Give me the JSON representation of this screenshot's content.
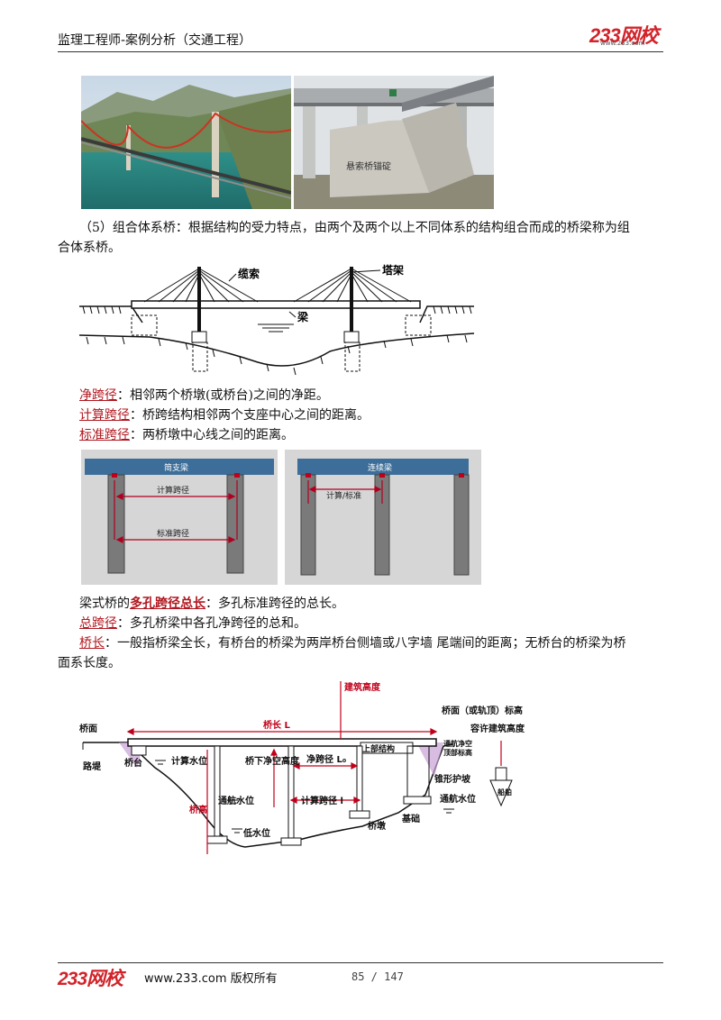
{
  "header": {
    "title": "监理工程师-案例分析（交通工程）",
    "logo": "233网校",
    "logo_url": "www.233.com"
  },
  "photos": {
    "photo2_caption": "悬索桥锚碇"
  },
  "section5": {
    "line1": "（5）组合体系桥：根据结构的受力特点，由两个及两个以上不同体系的结构组合而成的桥梁称为组",
    "line2": "合体系桥。"
  },
  "cable_stayed_diagram": {
    "label_cable": "缆索",
    "label_tower": "塔架",
    "label_beam": "梁"
  },
  "definitions": {
    "clear_span": {
      "term": "净跨径",
      "text": "：相邻两个桥墩(或桥台)之间的净距。"
    },
    "calc_span": {
      "term": "计算跨径",
      "text": "：桥跨结构相邻两个支座中心之间的距离。"
    },
    "std_span": {
      "term": "标准跨径",
      "text": "：两桥墩中心线之间的距离。"
    }
  },
  "span_panels": {
    "left_beam": "简支梁",
    "left_calc": "计算跨径",
    "left_std": "标准跨径",
    "right_beam": "连续梁",
    "right_calc": "计算/标准"
  },
  "lengths": {
    "multi_prefix": "梁式桥的",
    "multi_term": "多孔跨径总长",
    "multi_text": "：多孔标准跨径的总长。",
    "total_term": "总跨径",
    "total_text": "：多孔桥梁中各孔净跨径的总和。",
    "bridge_term": "桥长",
    "bridge_text1": "：一般指桥梁全长，有桥台的桥梁为两岸桥台侧墙或八字墙 尾端间的距离；无桥台的桥梁为桥",
    "bridge_text2": "面系长度。"
  },
  "elevation_diagram": {
    "bridge_deck": "桥面",
    "bridge_length": "桥长 L",
    "building_height": "建筑高度",
    "deck_elev": "桥面（或轨顶）标高",
    "allow_height": "容许建筑高度",
    "superstructure": "上部结构",
    "road_embank": "路堤",
    "abutment": "桥台",
    "calc_water": "计算水位",
    "clearance": "桥下净空高度",
    "clear_span": "净跨径 L₀",
    "nav_clear": "通航净空",
    "nav_elev": "顶部标高",
    "cone_slope": "锥形护坡",
    "nav_water_l": "通航水位",
    "calc_span": "计算跨径 l",
    "bridge_height": "桥高",
    "low_water": "低水位",
    "pier": "桥墩",
    "foundation": "基础",
    "nav_water_r": "通航水位",
    "ship": "船舶"
  },
  "footer": {
    "logo": "233网校",
    "copyright": "www.233.com 版权所有",
    "page": "85 / 147"
  }
}
